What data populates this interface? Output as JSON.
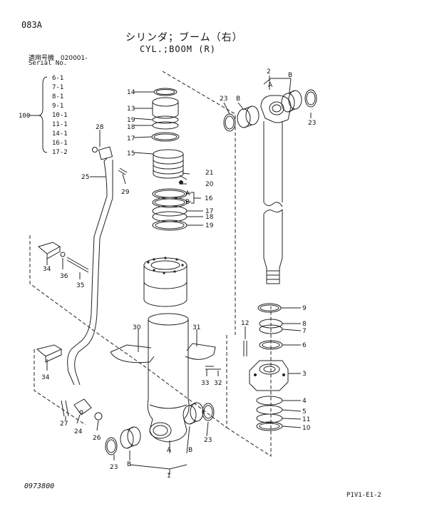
{
  "header": {
    "page_id": "083A",
    "title_jp": "シリンダ；ブーム（右）",
    "title_en": "CYL.;BOOM (R)",
    "serial_label_jp": "適用号機",
    "serial_range": "020001-",
    "serial_label_en": "Serial No."
  },
  "serial_group": {
    "group_label": "100",
    "items": [
      "6-1",
      "7-1",
      "8-1",
      "9-1",
      "10-1",
      "11-1",
      "14-1",
      "16-1",
      "17-2"
    ]
  },
  "callouts": {
    "p1": "1",
    "p2": "2",
    "p3": "3",
    "p4": "4",
    "p5": "5",
    "p6": "6",
    "p7": "7",
    "p8": "8",
    "p9": "9",
    "p10": "10",
    "p11": "11",
    "p12": "12",
    "p13": "13",
    "p14": "14",
    "p15": "15",
    "p16": "16",
    "p17a": "17",
    "p17b": "17",
    "p18a": "18",
    "p18b": "18",
    "p19a": "19",
    "p19b": "19",
    "p20": "20",
    "p21": "21",
    "p23a": "23",
    "p23b": "23",
    "p23c": "23",
    "p23d": "23",
    "p24": "24",
    "p25": "25",
    "p26": "26",
    "p27": "27",
    "p28": "28",
    "p29": "29",
    "p30": "30",
    "p31": "31",
    "p32": "32",
    "p33": "33",
    "p34a": "34",
    "p34b": "34",
    "p35": "35",
    "p36": "36",
    "sA1": "A",
    "sB1": "B",
    "sA2": "A",
    "sB2a": "B",
    "sB2b": "B",
    "sA3": "A",
    "sB3a": "B",
    "sB3b": "B"
  },
  "footer": {
    "doc_number": "0973800",
    "page_ref": "P1V1-E1-2"
  }
}
